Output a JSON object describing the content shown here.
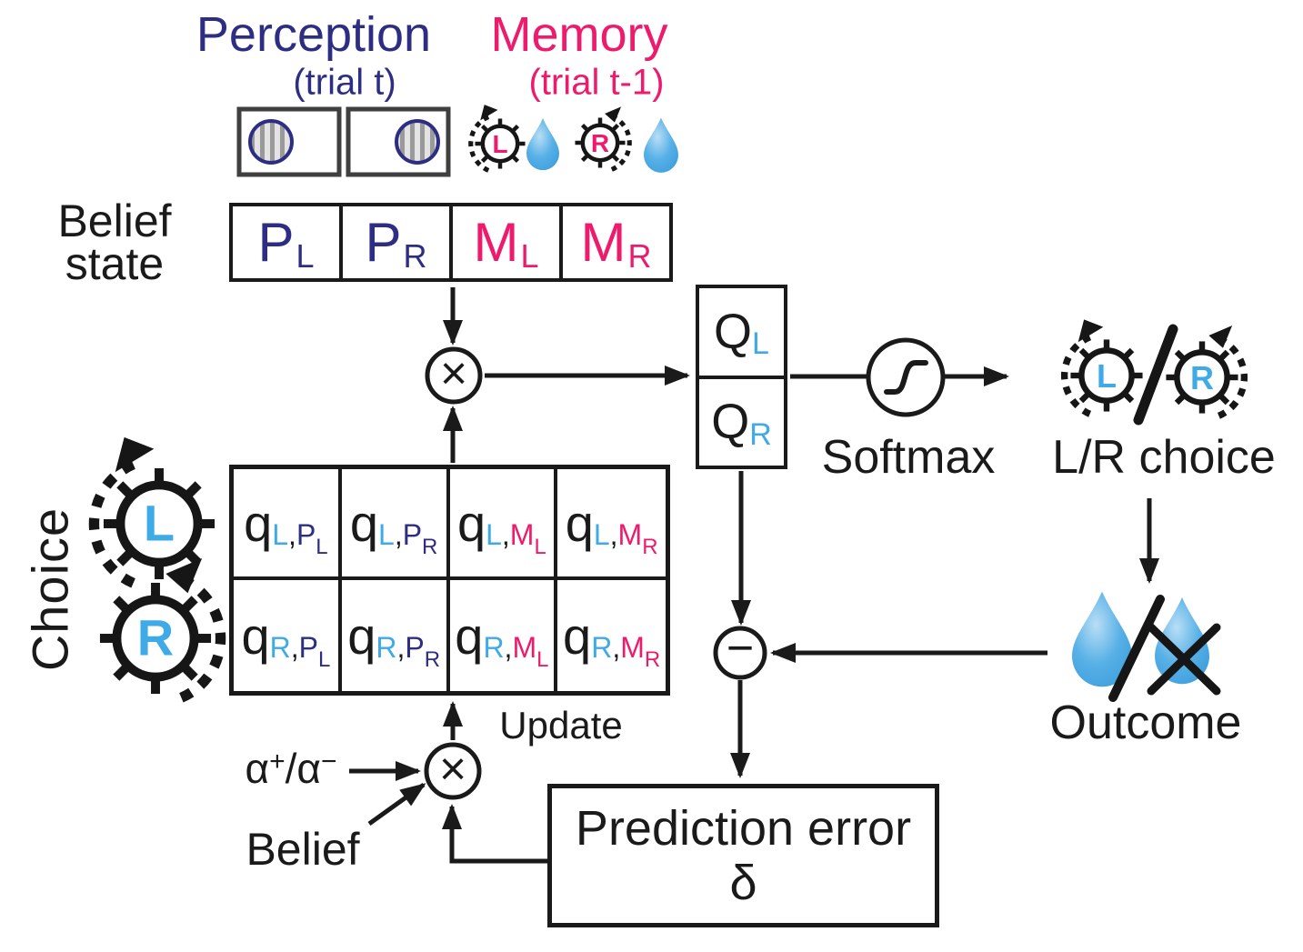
{
  "colors": {
    "navy": "#2d2e83",
    "pink": "#ee1b6d",
    "cyan": "#3fabe6",
    "ink": "#1a1a1a",
    "droplet_blue": "#4aa8e0"
  },
  "header": {
    "perception_title": "Perception",
    "perception_trial": "(trial t)",
    "memory_title": "Memory",
    "memory_trial": "(trial t-1)"
  },
  "belief_state": {
    "label_line1": "Belief",
    "label_line2": "state",
    "cells": [
      {
        "main": "P",
        "sub": "L"
      },
      {
        "main": "P",
        "sub": "R"
      },
      {
        "main": "M",
        "sub": "L"
      },
      {
        "main": "M",
        "sub": "R"
      }
    ]
  },
  "memory_icons": {
    "left_dial_letter": "L",
    "right_dial_letter": "R"
  },
  "choice": {
    "label": "Choice",
    "left_dial_letter": "L",
    "right_dial_letter": "R"
  },
  "q_table": {
    "rows": [
      [
        {
          "base": "q",
          "choice": "L",
          "comma": ",",
          "state": "P",
          "side": "L"
        },
        {
          "base": "q",
          "choice": "L",
          "comma": ",",
          "state": "P",
          "side": "R"
        },
        {
          "base": "q",
          "choice": "L",
          "comma": ",",
          "state": "M",
          "side": "L"
        },
        {
          "base": "q",
          "choice": "L",
          "comma": ",",
          "state": "M",
          "side": "R"
        }
      ],
      [
        {
          "base": "q",
          "choice": "R",
          "comma": ",",
          "state": "P",
          "side": "L"
        },
        {
          "base": "q",
          "choice": "R",
          "comma": ",",
          "state": "P",
          "side": "R"
        },
        {
          "base": "q",
          "choice": "R",
          "comma": ",",
          "state": "M",
          "side": "L"
        },
        {
          "base": "q",
          "choice": "R",
          "comma": ",",
          "state": "M",
          "side": "R"
        }
      ]
    ]
  },
  "q_values": {
    "cells": [
      {
        "main": "Q",
        "sub": "L"
      },
      {
        "main": "Q",
        "sub": "R"
      }
    ]
  },
  "operators": {
    "multiply": "×",
    "subtract": "−"
  },
  "softmax": {
    "label": "Softmax"
  },
  "lr_choice": {
    "label": "L/R choice",
    "left_dial_letter": "L",
    "right_dial_letter": "R"
  },
  "outcome": {
    "label": "Outcome"
  },
  "update": {
    "label": "Update",
    "alpha": "α",
    "alpha_plus_sup": "+",
    "slash": "/",
    "alpha2": "α",
    "alpha_minus_sup": "−",
    "belief_label": "Belief"
  },
  "prediction_error": {
    "line1": "Prediction error",
    "symbol": "δ"
  },
  "icons": {
    "stimulus_left": "grating-patch-in-left-box",
    "stimulus_right": "grating-patch-in-right-box",
    "memory_left": "rotating-dial-icon",
    "memory_right": "rotating-dial-icon",
    "reward": "water-droplet-icon",
    "no_reward": "crossed-water-droplet-icon",
    "softmax": "sigmoid-curve-in-circle",
    "multiply": "circled-x-operator",
    "subtract": "circled-minus-operator"
  }
}
